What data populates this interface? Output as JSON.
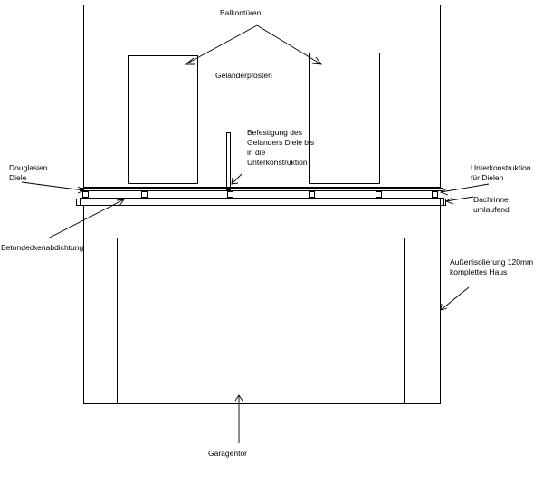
{
  "labels": {
    "balkontueren": "Balkontüren",
    "gelaenderpfosten": "Geländerpfosten",
    "befestigung": "Befestigung des\nGeländers Diele bis\nin die\nUnterkonstruktion",
    "douglasien": "Douglasien\nDiele",
    "unterkonstruktion": "Unterkonstruktion\nfür Dielen",
    "dachrinne": "Dachrinne\numlaufend",
    "betondecke": "Betondeckenabdichtung",
    "aussenisolierung": "Außenisolierung 120mm\nkomplettes Haus",
    "garagentor": "Garagentor"
  },
  "colors": {
    "line": "#000000",
    "background": "#ffffff"
  }
}
